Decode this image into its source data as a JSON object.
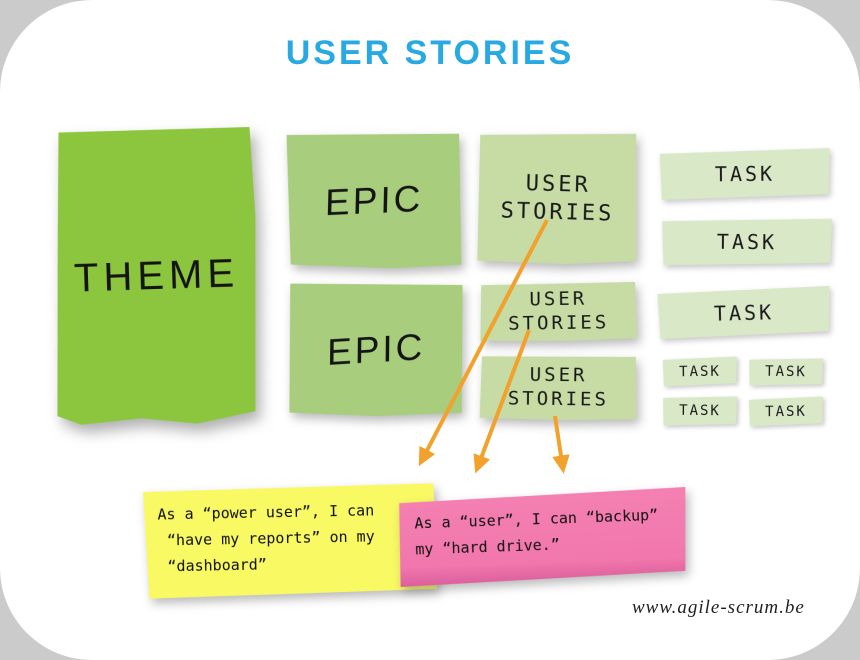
{
  "title": "USER STORIES",
  "palette": {
    "title_blue": "#29a9e1",
    "theme_green": "#8cc63f",
    "epic_green": "#a7cd7d",
    "story_green": "#c6dca4",
    "task_green": "#d9e8c7",
    "arrow_orange": "#f2a12c",
    "yellow_note": "#f8f963",
    "pink_note": "#f177ac"
  },
  "hierarchy": {
    "theme": {
      "label": "THEME"
    },
    "epics": [
      {
        "label": "EPIC"
      },
      {
        "label": "EPIC"
      }
    ],
    "user_stories": [
      {
        "lines": [
          "USER",
          "STORIES"
        ]
      },
      {
        "lines": [
          "USER",
          "STORIES"
        ]
      },
      {
        "lines": [
          "USER",
          "STORIES"
        ]
      }
    ],
    "tasks_large": [
      {
        "label": "TASK"
      },
      {
        "label": "TASK"
      },
      {
        "label": "TASK"
      }
    ],
    "tasks_small": [
      {
        "label": "TASK"
      },
      {
        "label": "TASK"
      },
      {
        "label": "TASK"
      },
      {
        "label": "TASK"
      }
    ]
  },
  "examples": {
    "yellow_note": {
      "lines": [
        "As a “power user”, I can",
        " “have my reports” on my",
        " “dashboard”"
      ]
    },
    "pink_note": {
      "lines": [
        "As a “user”, I can “backup”",
        "my “hard drive.”"
      ]
    }
  },
  "footer": {
    "website": "www.agile-scrum.be"
  }
}
